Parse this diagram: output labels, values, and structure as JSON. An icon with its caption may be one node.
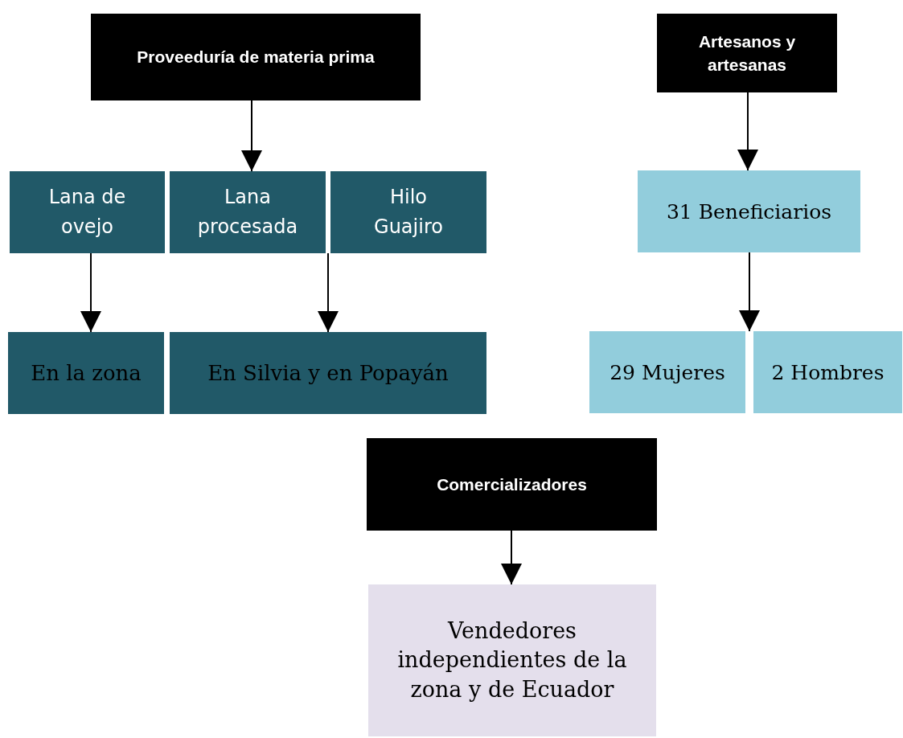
{
  "diagram": {
    "nodes": [
      {
        "text": [
          "Proveeduría de materia prima"
        ]
      },
      {
        "text": [
          "Lana de ovejo"
        ]
      },
      {
        "text": [
          "Lana procesada"
        ]
      },
      {
        "text": [
          "Hilo Guajiro"
        ]
      },
      {
        "text": [
          "En la zona"
        ]
      },
      {
        "text": [
          "En Silvia y en Popayán"
        ]
      },
      {
        "text": [
          "Artesanos y artesanas"
        ]
      },
      {
        "text": [
          "31 Beneficiarios"
        ]
      },
      {
        "text": [
          "29 Mujeres"
        ]
      },
      {
        "text": [
          "2 Hombres"
        ]
      },
      {
        "text": [
          "Comercializadores"
        ]
      },
      {
        "text": [
          "Vendedores independientes de la zona y de Ecuador"
        ]
      }
    ],
    "edges": [
      {
        "from": 0,
        "to": 2,
        "arrow": "to"
      },
      {
        "from": 1,
        "to": 4,
        "arrow": "to"
      },
      {
        "from": 2,
        "to": 5,
        "arrow": "to"
      },
      {
        "from": 3,
        "to": 5,
        "arrow": "to"
      },
      {
        "from": 6,
        "to": 7,
        "arrow": "to"
      },
      {
        "from": 7,
        "to": 8,
        "arrow": "to"
      },
      {
        "from": 7,
        "to": 9,
        "arrow": "to"
      },
      {
        "from": 10,
        "to": 11,
        "arrow": "to"
      }
    ]
  }
}
